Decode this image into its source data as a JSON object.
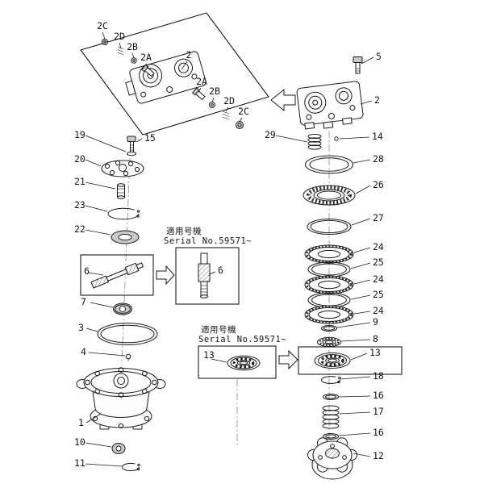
{
  "diagram": {
    "kind": "exploded-parts-diagram",
    "line_color": "#1b1b1b",
    "background": "#ffffff"
  },
  "serial_boxes": [
    {
      "caption_jp": "適用号機",
      "caption_en": "Serial No.59571~"
    },
    {
      "caption_jp": "適用号機",
      "caption_en": "Serial No.59571~"
    }
  ],
  "labels": [
    {
      "text": "2C"
    },
    {
      "text": "2D"
    },
    {
      "text": "2B"
    },
    {
      "text": "2A"
    },
    {
      "text": "2"
    },
    {
      "text": "2A"
    },
    {
      "text": "2B"
    },
    {
      "text": "2D"
    },
    {
      "text": "2C"
    },
    {
      "text": "5"
    },
    {
      "text": "2"
    },
    {
      "text": "29"
    },
    {
      "text": "14"
    },
    {
      "text": "28"
    },
    {
      "text": "26"
    },
    {
      "text": "27"
    },
    {
      "text": "24"
    },
    {
      "text": "25"
    },
    {
      "text": "24"
    },
    {
      "text": "25"
    },
    {
      "text": "24"
    },
    {
      "text": "9"
    },
    {
      "text": "8"
    },
    {
      "text": "13"
    },
    {
      "text": "18"
    },
    {
      "text": "16"
    },
    {
      "text": "17"
    },
    {
      "text": "16"
    },
    {
      "text": "12"
    },
    {
      "text": "19"
    },
    {
      "text": "15"
    },
    {
      "text": "20"
    },
    {
      "text": "21"
    },
    {
      "text": "23"
    },
    {
      "text": "22"
    },
    {
      "text": "6"
    },
    {
      "text": "6"
    },
    {
      "text": "7"
    },
    {
      "text": "3"
    },
    {
      "text": "4"
    },
    {
      "text": "13"
    },
    {
      "text": "1"
    },
    {
      "text": "10"
    },
    {
      "text": "11"
    }
  ]
}
